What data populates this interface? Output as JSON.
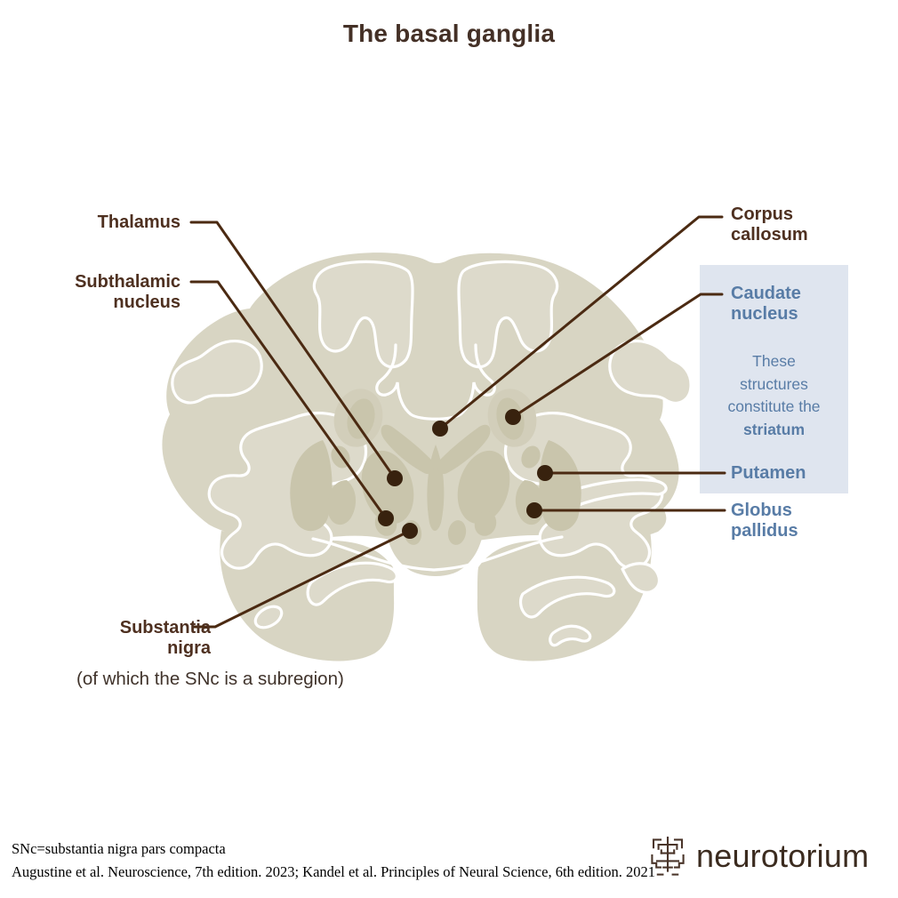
{
  "title": "The basal ganglia",
  "brain_labels": {
    "thalamus": {
      "label": "Thalamus"
    },
    "subthalamic_nucleus": {
      "line1": "Subthalamic",
      "line2": "nucleus"
    },
    "substantia_nigra": {
      "line1": "Substantia",
      "line2": "nigra",
      "note": "(of which the SNc is a subregion)"
    },
    "corpus_callosum": {
      "line1": "Corpus",
      "line2": "callosum"
    },
    "caudate_nucleus": {
      "line1": "Caudate",
      "line2": "nucleus"
    },
    "putamen": {
      "label": "Putamen"
    },
    "globus_pallidus": {
      "line1": "Globus",
      "line2": "pallidus"
    }
  },
  "striatum_box": {
    "line1": "These",
    "line2": "structures",
    "line3": "constitute the",
    "emphasis": "striatum"
  },
  "footer": {
    "abbreviation_note": "SNc=substantia nigra pars compacta",
    "references": "Augustine et al. Neuroscience, 7th edition. 2023; Kandel et al. Principles of Neural Science, 6th edition. 2021"
  },
  "logo": {
    "wordmark": "neurotorium",
    "icon": "neurotorium-tree-icon"
  },
  "colors": {
    "title_brown": "#443026",
    "label_brown": "#4e3020",
    "label_blue": "#587ca6",
    "striatum_box_bg": "#dfe5ef",
    "leader_line": "#4b2a12",
    "marker_dot": "#38220e",
    "brain_base": "#d8d5c3",
    "brain_white_matter": "#dddacb",
    "brain_nuclei": "#c9c5ac",
    "brain_nuclei_soft": "#d2ceba",
    "outline_white": "#ffffff",
    "footer_text": "#000000",
    "logo_brown": "#3b2b1f"
  }
}
